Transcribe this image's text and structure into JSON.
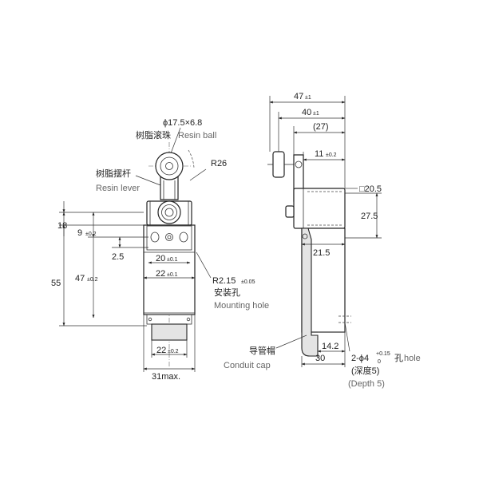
{
  "front": {
    "roller": {
      "dim": "ϕ17.5×6.8",
      "label_cn": "树脂滚珠",
      "label_en": "Resin ball"
    },
    "lever": {
      "label_cn": "树脂摆杆",
      "label_en": "Resin lever",
      "radius": "R26"
    },
    "dims": {
      "top_offset": "18",
      "hole_pitch_v": "9",
      "hole_pitch_v_tol": "±0.2",
      "step": "2.5",
      "height": "55",
      "inner_height": "47",
      "inner_height_tol": "±0.2",
      "w20": "20",
      "w20_tol": "±0.1",
      "w22": "22",
      "w22_tol": "±0.1",
      "bottom_w22": "22",
      "bottom_w22_tol": "±0.2",
      "width_max": "31max."
    },
    "mounting": {
      "radius": "R2.15",
      "radius_tol": "±0.05",
      "label_cn": "安装孔",
      "label_en": "Mounting hole"
    }
  },
  "side": {
    "dims": {
      "w47": "47",
      "w47_tol": "±1",
      "w40": "40",
      "w40_tol": "±1",
      "w27": "(27)",
      "w11": "11",
      "w11_tol": "±0.2",
      "square": "□20.5",
      "h27_5": "27.5",
      "w21_5": "21.5",
      "w14_2": "14.2",
      "w30": "30"
    },
    "conduit": {
      "label_cn": "导管帽",
      "label_en": "Conduit cap"
    },
    "hole": {
      "spec": "2-ϕ4",
      "tol_up": "+0.15",
      "tol_down": "0",
      "label_cn": "孔",
      "label_en": "hole",
      "depth_cn": "(深度5)",
      "depth_en": "(Depth 5)"
    }
  }
}
